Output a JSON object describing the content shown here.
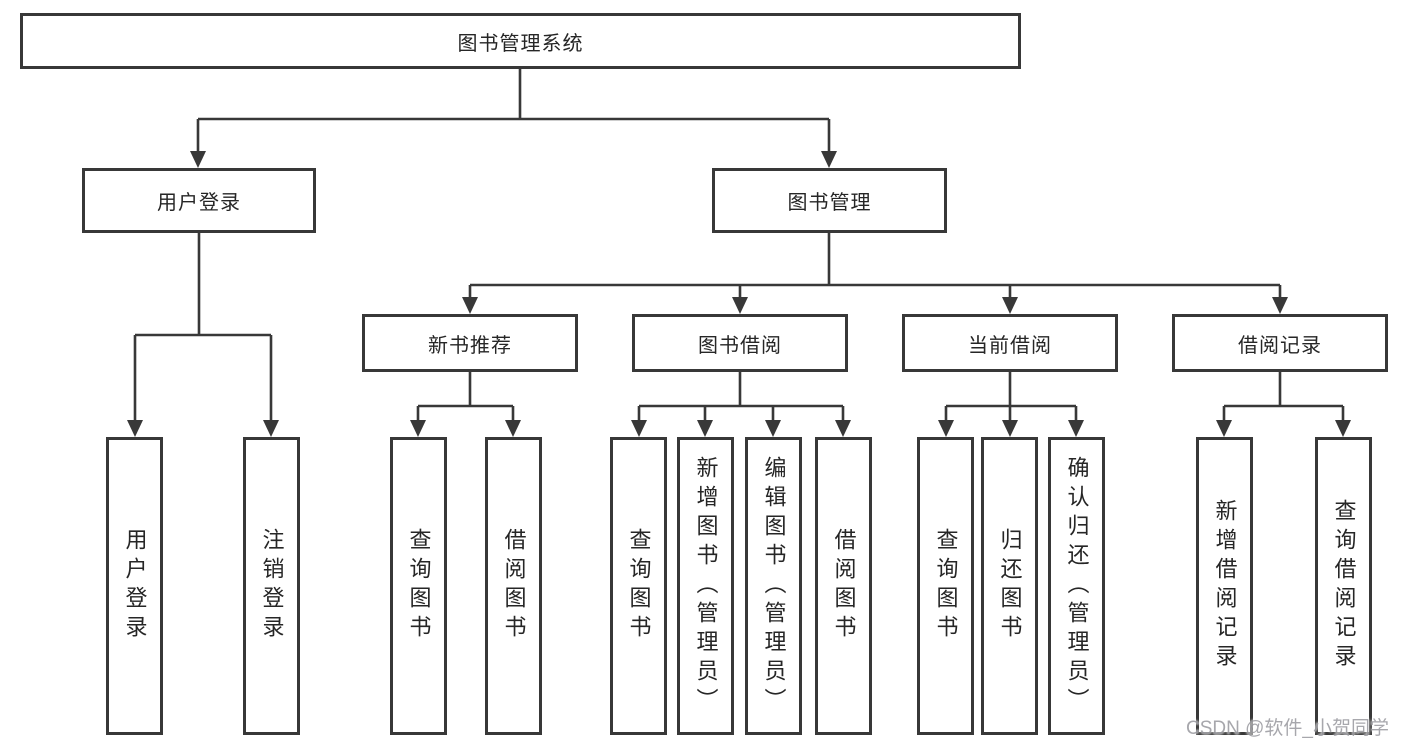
{
  "diagram_type": "hierarchy-tree",
  "tree": {
    "label": "图书管理系统",
    "children": [
      {
        "label": "用户登录",
        "children": [
          {
            "label": "用户登录"
          },
          {
            "label": "注销登录"
          }
        ]
      },
      {
        "label": "图书管理",
        "children": [
          {
            "label": "新书推荐",
            "children": [
              {
                "label": "查询图书"
              },
              {
                "label": "借阅图书"
              }
            ]
          },
          {
            "label": "图书借阅",
            "children": [
              {
                "label": "查询图书"
              },
              {
                "label": "新增图书（管理员）"
              },
              {
                "label": "编辑图书（管理员）"
              },
              {
                "label": "借阅图书"
              }
            ]
          },
          {
            "label": "当前借阅",
            "children": [
              {
                "label": "查询图书"
              },
              {
                "label": "归还图书"
              },
              {
                "label": "确认归还（管理员）"
              }
            ]
          },
          {
            "label": "借阅记录",
            "children": [
              {
                "label": "新增借阅记录"
              },
              {
                "label": "查询借阅记录"
              }
            ]
          }
        ]
      }
    ]
  },
  "watermark": "CSDN @软件_小贺同学",
  "colors": {
    "line": "#383838",
    "box_border": "#383838",
    "text": "#262626",
    "watermark": "#9e9ea4",
    "background": "#ffffff"
  }
}
